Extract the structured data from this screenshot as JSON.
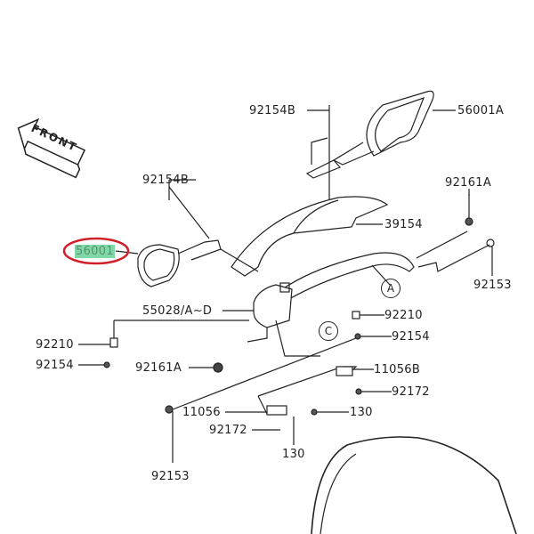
{
  "front_label": "FRONT",
  "highlight_color": "#7fd9a6",
  "ring_color": "#d0202a",
  "parts": {
    "p92154B_top": "92154B",
    "p56001A": "56001A",
    "p92154B_left": "92154B",
    "p92161A_right": "92161A",
    "p39154": "39154",
    "p56001": "56001",
    "p92153_right": "92153",
    "p55028": "55028/A~D",
    "p92210_right": "92210",
    "p92154_right": "92154",
    "p92210_left": "92210",
    "p92154_left": "92154",
    "p92161A_left": "92161A",
    "p11056B": "11056B",
    "p92172_right": "92172",
    "p11056": "11056",
    "p130_right": "130",
    "p92172_left": "92172",
    "p92153_left": "92153",
    "p130_bottom": "130"
  },
  "callouts": {
    "a": "A",
    "c": "C"
  }
}
